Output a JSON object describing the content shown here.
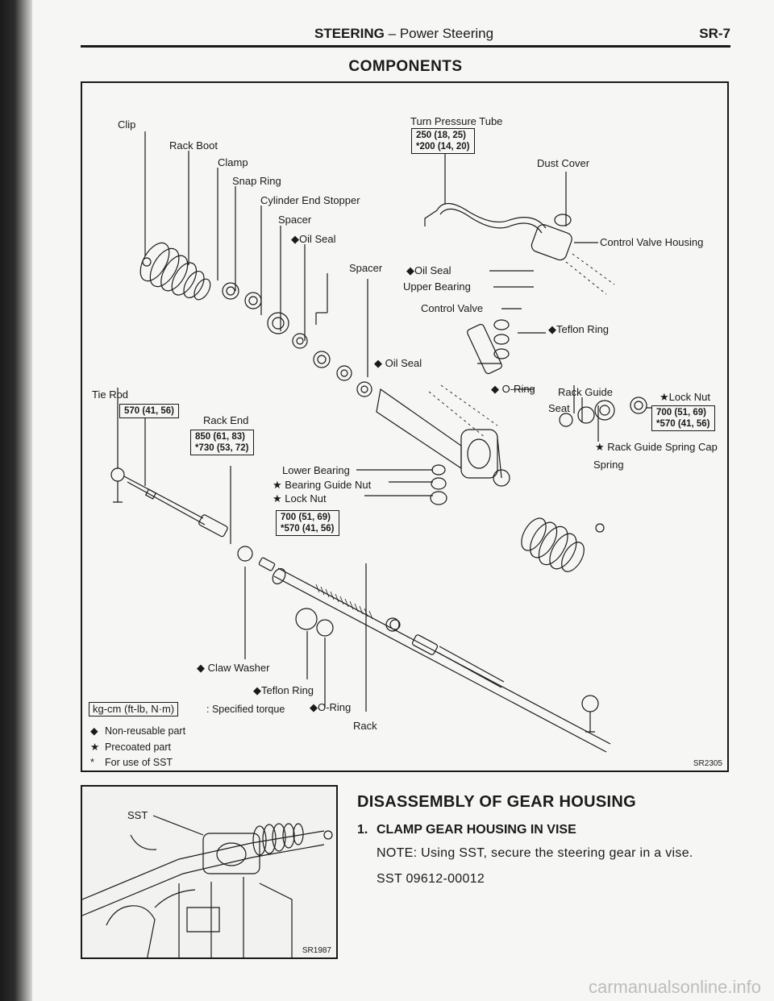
{
  "header": {
    "section": "STEERING",
    "separator": " – ",
    "subsection": "Power Steering",
    "page": "SR-7"
  },
  "components": {
    "title": "COMPONENTS",
    "labels": {
      "clip": "Clip",
      "rack_boot": "Rack Boot",
      "clamp": "Clamp",
      "snap_ring": "Snap Ring",
      "cylinder_end_stopper": "Cylinder End Stopper",
      "spacer_1": "Spacer",
      "oil_seal_1": "Oil Seal",
      "spacer_2": "Spacer",
      "turn_pressure_tube": "Turn Pressure Tube",
      "dust_cover": "Dust Cover",
      "control_valve_housing": "Control Valve Housing",
      "oil_seal_2": "Oil Seal",
      "upper_bearing": "Upper Bearing",
      "control_valve": "Control Valve",
      "teflon_ring_1": "Teflon Ring",
      "oil_seal_3": "Oil Seal",
      "o_ring_1": "O-Ring",
      "rack_guide": "Rack Guide",
      "seat": "Seat",
      "lock_nut_1": "Lock Nut",
      "rack_guide_spring_cap": "Rack Guide Spring Cap",
      "spring": "Spring",
      "tie_rod": "Tie Rod",
      "rack_end": "Rack End",
      "lower_bearing": "Lower Bearing",
      "bearing_guide_nut": "Bearing Guide Nut",
      "lock_nut_2": "Lock Nut",
      "claw_washer": "Claw Washer",
      "teflon_ring_2": "Teflon Ring",
      "o_ring_2": "O-Ring",
      "rack": "Rack"
    },
    "torque": {
      "turn_pressure_tube": [
        "250 (18, 25)",
        "*200 (14, 20)"
      ],
      "tie_rod": [
        "570 (41, 56)"
      ],
      "rack_end": [
        "850 (61, 83)",
        "*730 (53, 72)"
      ],
      "lock_nut_2": [
        "700 (51, 69)",
        "*570 (41, 56)"
      ],
      "lock_nut_1": [
        "700 (51, 69)",
        "*570 (41, 56)"
      ]
    },
    "legend": {
      "unit_box": "kg-cm (ft-lb, N·m)",
      "unit_desc": ": Specified torque",
      "non_reusable_sym": "◆",
      "non_reusable": "Non-reusable part",
      "precoated_sym": "★",
      "precoated": "Precoated part",
      "sst_sym": "*",
      "sst": "For use of SST"
    },
    "figure_code": "SR2305"
  },
  "photo": {
    "label": "SST",
    "code": "SR1987"
  },
  "disassembly": {
    "title": "DISASSEMBLY OF GEAR HOUSING",
    "step_number": "1.",
    "step_title": "CLAMP GEAR HOUSING IN VISE",
    "note": "NOTE: Using SST, secure the steering gear in a vise.",
    "sst": "SST 09612-00012"
  },
  "watermark": "carmanualsonline.info"
}
